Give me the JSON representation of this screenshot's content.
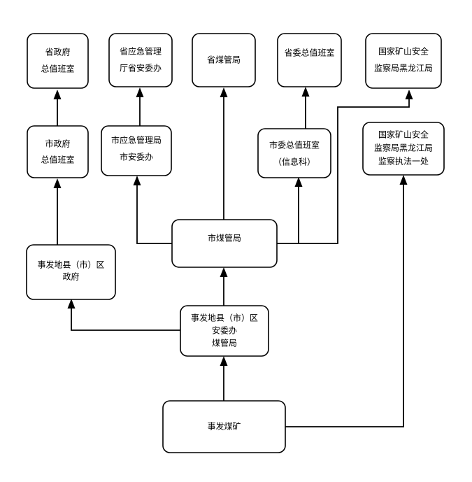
{
  "diagram": {
    "nodes": {
      "prov_gov": [
        "省政府",
        "总值班室"
      ],
      "prov_emerg": [
        "省应急管理",
        "厅省安委办"
      ],
      "prov_coal": [
        "省煤管局"
      ],
      "prov_party": [
        "省委总值班室"
      ],
      "nat_mine_hlj": [
        "国家矿山安全",
        "监察局黑龙江局"
      ],
      "city_gov": [
        "市政府",
        "总值班室"
      ],
      "city_emerg": [
        "市应急管理局",
        "市安委办"
      ],
      "city_party": [
        "市委总值班室",
        "（信息科）"
      ],
      "nat_mine_div1": [
        "国家矿山安全",
        "监察局黑龙江局",
        "监察执法一处"
      ],
      "city_coal": [
        "市煤管局"
      ],
      "county_gov": [
        "事发地县（市）区",
        "政府"
      ],
      "county_office": [
        "事发地县（市）区",
        "安委办",
        "煤管局"
      ],
      "mine": [
        "事发煤矿"
      ]
    }
  }
}
